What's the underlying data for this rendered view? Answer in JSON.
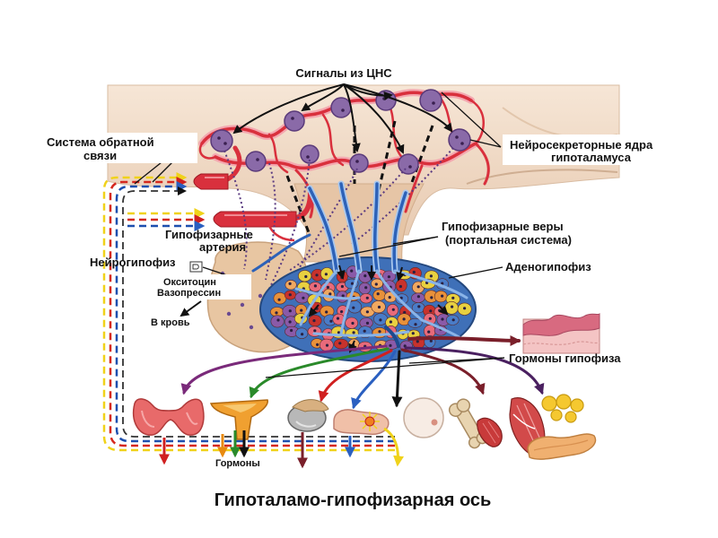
{
  "title": "Гипоталамо-гипофизарная ось",
  "labels": {
    "cns_signals": "Сигналы из ЦНС",
    "feedback": [
      "Система обратной",
      "связи"
    ],
    "neurosecretory_nuclei": [
      "Нейросекреторные ядра",
      "гипоталамуса"
    ],
    "portal_veins": [
      "Гипофизарные веры",
      "(портальная система)"
    ],
    "pituitary_arteries": [
      "Гипофизарные",
      "артерия"
    ],
    "neurohypophysis": "Нейрогипофиз",
    "adenohypophysis": "Аденогипофиз",
    "posterior_hormones": [
      "Окситоцин",
      "Вазопрессин"
    ],
    "to_blood": "В кровь",
    "pituitary_hormones": "Гормоны гипофиза",
    "hormones": "Гормоны"
  },
  "colors": {
    "vessel_red": "#d9303d",
    "portal_blue": "#2d62b8",
    "axon_purple": "#5a3a80",
    "cell_palette": [
      "#e8913a",
      "#c8322c",
      "#e8d040",
      "#4a7cc8",
      "#8a5aa8",
      "#e86a7a",
      "#f0a860"
    ]
  }
}
